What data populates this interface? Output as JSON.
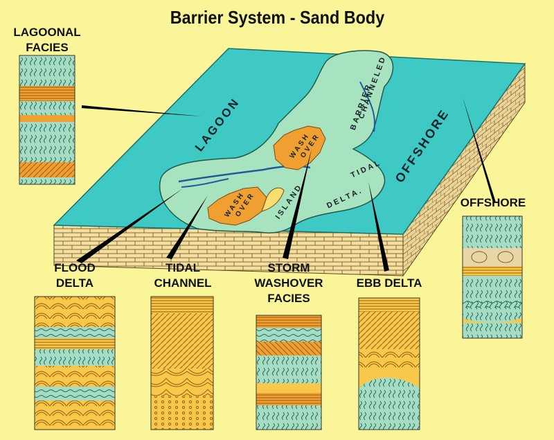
{
  "title": "Barrier System  -  Sand Body",
  "facies_labels": {
    "lagoonal": "LAGOONAL\nFACIES",
    "flood_delta": "FLOOD\nDELTA",
    "tidal_channel": "TIDAL\nCHANNEL",
    "storm_washover": "STORM\nWASHOVER\nFACIES",
    "ebb_delta": "EBB DELTA",
    "offshore": "OFFSHORE"
  },
  "map_labels": {
    "lagoon": "LAGOON",
    "offshore": "OFFSHORE",
    "channeled_barrier_1": "CHANNELED",
    "channeled_barrier_2": "BARRIER",
    "washover_upper_1": "WASH",
    "washover_upper_2": "OVER",
    "washover_lower_1": "WASH",
    "washover_lower_2": "OVER",
    "island": "ISLAND",
    "tidal": "TIDAL",
    "delta": "DELTA."
  },
  "colors": {
    "background": "#fbf59a",
    "water": "#3ec9c4",
    "sand_body": "#a8e3c0",
    "washover": "#f0a030",
    "brick": "#f3dfa2",
    "column_green": "#a7dcc4",
    "column_orange": "#f0a032",
    "column_yellow": "#f7c84a",
    "column_tan": "#e9d6a8"
  }
}
